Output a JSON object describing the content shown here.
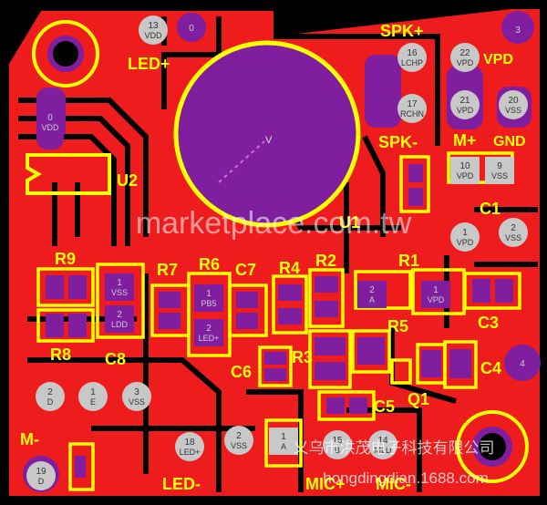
{
  "silkscreen": {
    "led_plus": "LED+",
    "u2": "U2",
    "spk_plus": "SPK+",
    "vpd_top": "VPD",
    "spk_minus": "SPK-",
    "m_plus": "M+",
    "gnd": "GND",
    "c1": "C1",
    "r9": "R9",
    "r8": "R8",
    "r7": "R7",
    "r6": "R6",
    "c7": "C7",
    "r4": "R4",
    "r2": "R2",
    "r1": "R1",
    "r5": "R5",
    "c3": "C3",
    "c8": "C8",
    "c6": "C6",
    "r3": "R3",
    "c4": "C4",
    "c5": "C5",
    "q1": "Q1",
    "m_minus": "M-",
    "led_minus": "LED-",
    "mic_plus": "MIC+",
    "mic_minus": "MIC-",
    "ic_v": "V",
    "u1": "U1"
  },
  "pads": {
    "p13": {
      "num": "13",
      "name": "VDD"
    },
    "p0a": {
      "num": "0",
      "name": ""
    },
    "p0b": {
      "num": "0",
      "name": "VDD"
    },
    "p3": {
      "num": "3",
      "name": ""
    },
    "p16": {
      "num": "16",
      "name": "LCHP"
    },
    "p22": {
      "num": "22",
      "name": "VPD"
    },
    "p17": {
      "num": "17",
      "name": "RCHN"
    },
    "p21": {
      "num": "21",
      "name": "VPD"
    },
    "p20": {
      "num": "20",
      "name": "VSS"
    },
    "p10": {
      "num": "10",
      "name": "VPD"
    },
    "p9": {
      "num": "9",
      "name": "VSS"
    },
    "p1vpd": {
      "num": "1",
      "name": "VPD"
    },
    "p2vss": {
      "num": "2",
      "name": "VSS"
    },
    "p1vss": {
      "num": "1",
      "name": "VSS"
    },
    "p2ldd": {
      "num": "2",
      "name": "LDD"
    },
    "p1pb5": {
      "num": "1",
      "name": "PB5"
    },
    "p2led": {
      "num": "2",
      "name": "LED+"
    },
    "p2a": {
      "num": "2",
      "name": "A"
    },
    "p1vpd2": {
      "num": "1",
      "name": "VPD"
    },
    "p4": {
      "num": "4",
      "name": ""
    },
    "p2d": {
      "num": "2",
      "name": "D"
    },
    "p1e": {
      "num": "1",
      "name": "E"
    },
    "p3vss": {
      "num": "3",
      "name": "VSS"
    },
    "p18": {
      "num": "18",
      "name": "LED+"
    },
    "p2vss2": {
      "num": "2",
      "name": "VSS"
    },
    "p1a": {
      "num": "1",
      "name": "A"
    },
    "p15": {
      "num": "15",
      "name": "B"
    },
    "p14": {
      "num": "14",
      "name": "MLD"
    },
    "p19": {
      "num": "19",
      "name": "D"
    }
  },
  "watermark": {
    "main": "marketplace.com.tw",
    "company": "义乌市洪茂电子科技有限公司",
    "url": "hongdingdian.1688.com"
  },
  "colors": {
    "board_red": "#ee1c1c",
    "silkscreen_yellow": "#ffff00",
    "via_purple": "#7f1f9f",
    "pad_gray": "#c8c8c8",
    "background": "#000000"
  }
}
